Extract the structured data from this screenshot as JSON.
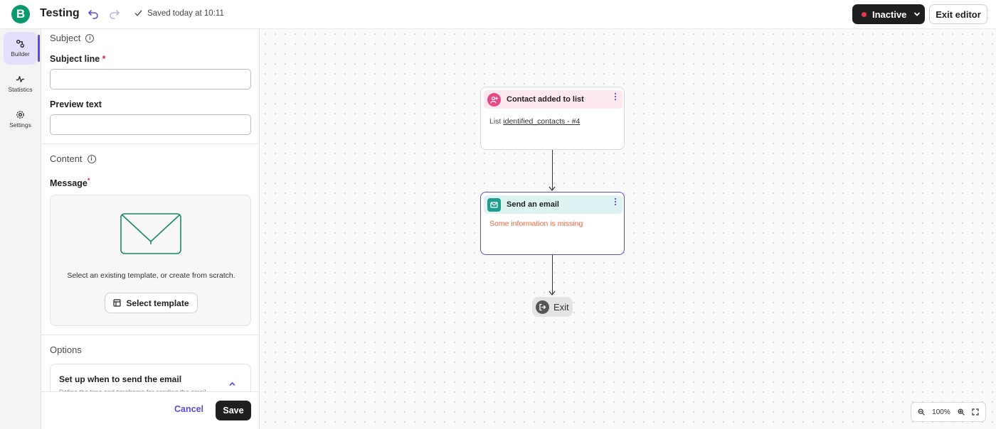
{
  "app": {
    "logo_letter": "B",
    "title": "Testing",
    "saved_status": "Saved today at 10:11"
  },
  "header": {
    "status_button": "Inactive",
    "exit_button": "Exit editor"
  },
  "nav": [
    {
      "label": "Builder",
      "icon": "builder-icon",
      "active": true
    },
    {
      "label": "Statistics",
      "icon": "statistics-icon",
      "active": false
    },
    {
      "label": "Settings",
      "icon": "gear-icon",
      "active": false
    }
  ],
  "panel": {
    "subject_section": "Subject",
    "subject_label": "Subject line",
    "subject_required": "*",
    "subject_value": "",
    "preview_label": "Preview text",
    "preview_value": "",
    "content_section": "Content",
    "message_label": "Message",
    "message_required": "*",
    "template_hint": "Select an existing template, or create from scratch.",
    "select_template_button": "Select template",
    "options_section": "Options",
    "option_card_title": "Set up when to send the email",
    "option_card_subtitle": "Define the time and timeframe for sending the email",
    "cancel_button": "Cancel",
    "save_button": "Save"
  },
  "workflow": {
    "trigger": {
      "title": "Contact added to list",
      "body_prefix": "List",
      "body_link": "identified_contacts - #4",
      "icon": "user-plus-icon"
    },
    "action": {
      "title": "Send an email",
      "warning": "Some information is missing",
      "icon": "envelope-icon"
    },
    "exit": {
      "label": "Exit",
      "icon": "exit-icon"
    }
  },
  "zoom": {
    "level": "100%"
  },
  "colors": {
    "accent": "#5b4bd8",
    "brand": "#0b996e",
    "trigger_pink": "#e64985",
    "email_teal": "#1f9e8f",
    "warning": "#f0643c"
  }
}
